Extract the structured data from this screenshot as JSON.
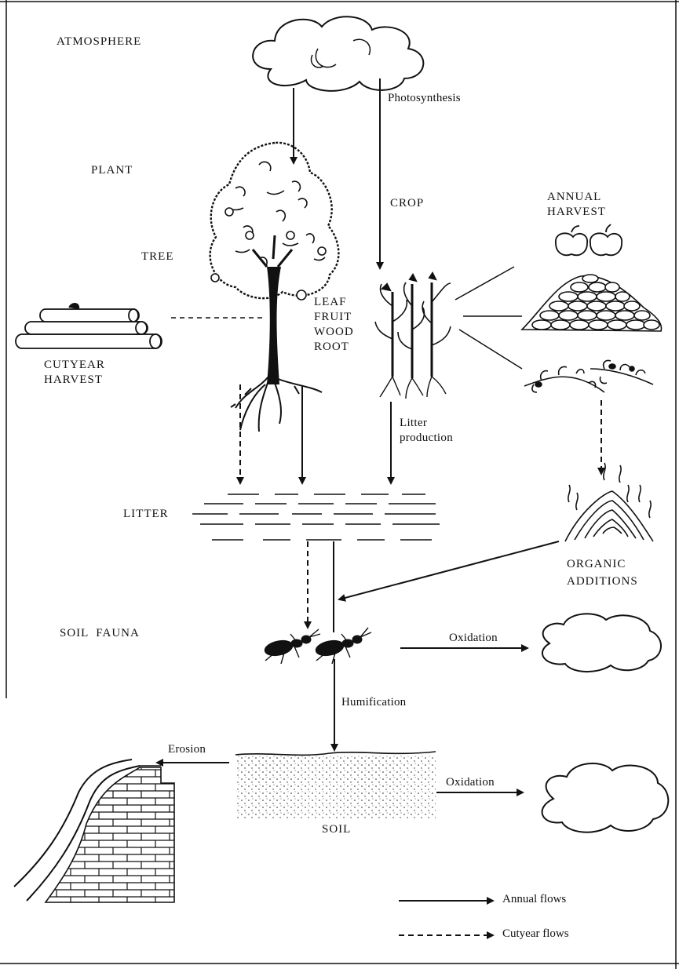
{
  "labels": {
    "atmosphere": "ATMOSPHERE",
    "photosynthesis": "Photosynthesis",
    "plant": "PLANT",
    "crop": "CROP",
    "annual_harvest_1": "ANNUAL",
    "annual_harvest_2": "HARVEST",
    "tree": "TREE",
    "leaf": "LEAF",
    "fruit": "FRUIT",
    "wood": "WOOD",
    "root": "ROOT",
    "cutyear_harvest_1": "CUTYEAR",
    "cutyear_harvest_2": "HARVEST",
    "litter_production_1": "Litter",
    "litter_production_2": "production",
    "litter": "LITTER",
    "organic_additions_1": "ORGANIC",
    "organic_additions_2": "ADDITIONS",
    "soil_fauna": "SOIL  FAUNA",
    "oxidation_fauna": "Oxidation",
    "humification": "Humification",
    "erosion": "Erosion",
    "oxidation_soil": "Oxidation",
    "soil": "SOIL"
  },
  "legend": {
    "annual_flows": "Annual flows",
    "cutyear_flows": "Cutyear flows"
  },
  "colors": {
    "ink": "#111111",
    "paper": "#ffffff"
  }
}
